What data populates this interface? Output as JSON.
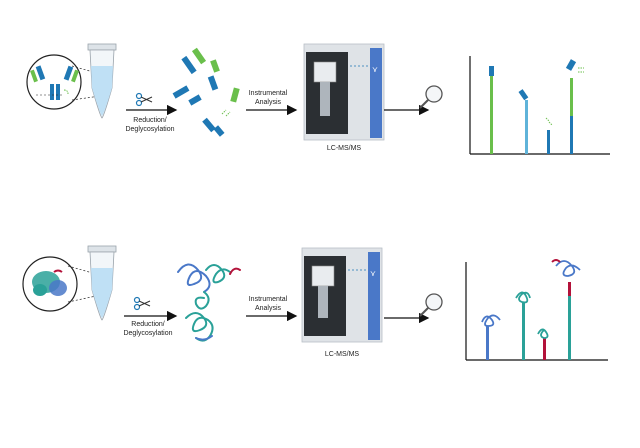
{
  "workflows": [
    {
      "id": "top",
      "step1_label_line1": "Reduction/",
      "step1_label_line2": "Deglycosylation",
      "step2_label_line1": "Instrumental",
      "step2_label_line2": "Analysis",
      "instrument_label": "LC-MS/MS"
    },
    {
      "id": "bottom",
      "step1_label_line1": "Reduction/",
      "step1_label_line2": "Deglycosylation",
      "step2_label_line1": "Instrumental",
      "step2_label_line2": "Analysis",
      "instrument_label": "LC-MS/MS"
    }
  ],
  "colors": {
    "antibody_blue": "#1f78b4",
    "antibody_green": "#6abf4b",
    "teal": "#2aa198",
    "light_blue": "#5fb3d9",
    "crimson": "#b3123a",
    "instrument_dark": "#2b2f33",
    "instrument_blue": "#4a78c8",
    "tube_liquid": "#bfe0f5",
    "axis": "#111111"
  },
  "icons": [
    "antibody-icon",
    "protein-structure-icon",
    "tube-icon",
    "scissors-icon",
    "fragment-icon",
    "peptide-icon",
    "lcms-instrument-icon",
    "magnifier-icon",
    "arrow-icon",
    "spectrum-chart-icon"
  ]
}
